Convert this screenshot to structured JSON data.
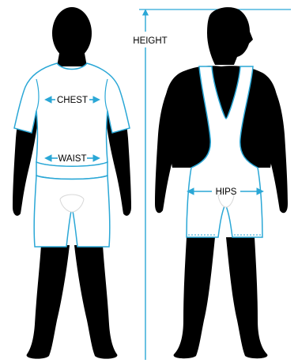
{
  "measurements": {
    "height": "HEIGHT",
    "chest": "CHEST",
    "waist": "WAIST",
    "hips": "HIPS"
  },
  "figures": [
    {
      "view": "front",
      "garment": "short-sleeve top and shorts"
    },
    {
      "view": "back",
      "garment": "singlet"
    }
  ],
  "colors": {
    "silhouette": "#000000",
    "garment": "#ffffff",
    "outline": "#2aa7d6",
    "arrow": "#2aa7d6"
  }
}
